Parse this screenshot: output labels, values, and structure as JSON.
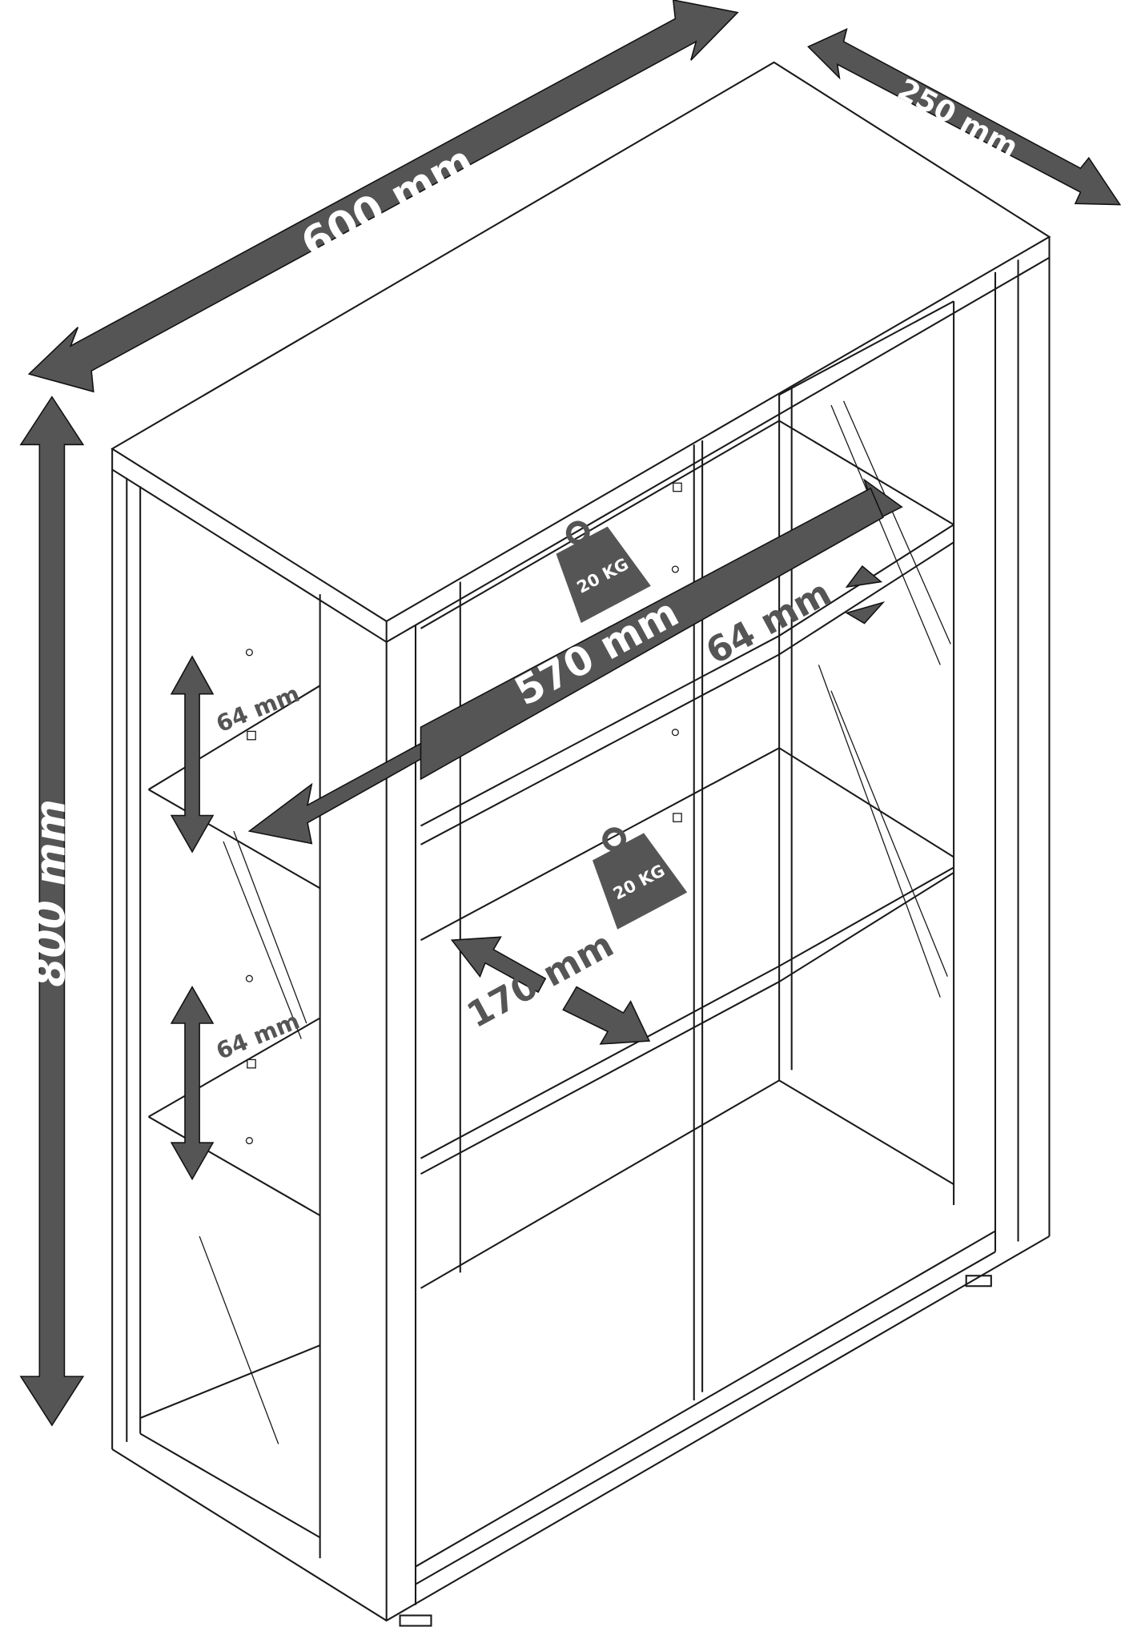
{
  "title": "Cabinet dimension drawing",
  "dimensions": {
    "width": "600 mm",
    "depth": "250 mm",
    "height": "800 mm",
    "inner_width": "570 mm",
    "inner_depth": "170 mm",
    "shelf_spacing_front": "64 mm",
    "shelf_spacing_left_upper": "64 mm",
    "shelf_spacing_left_lower": "64 mm"
  },
  "load": {
    "upper_shelf": "20 KG",
    "lower_shelf": "20 KG"
  },
  "colors": {
    "arrow": "#555555",
    "line": "#1a1a1a"
  }
}
